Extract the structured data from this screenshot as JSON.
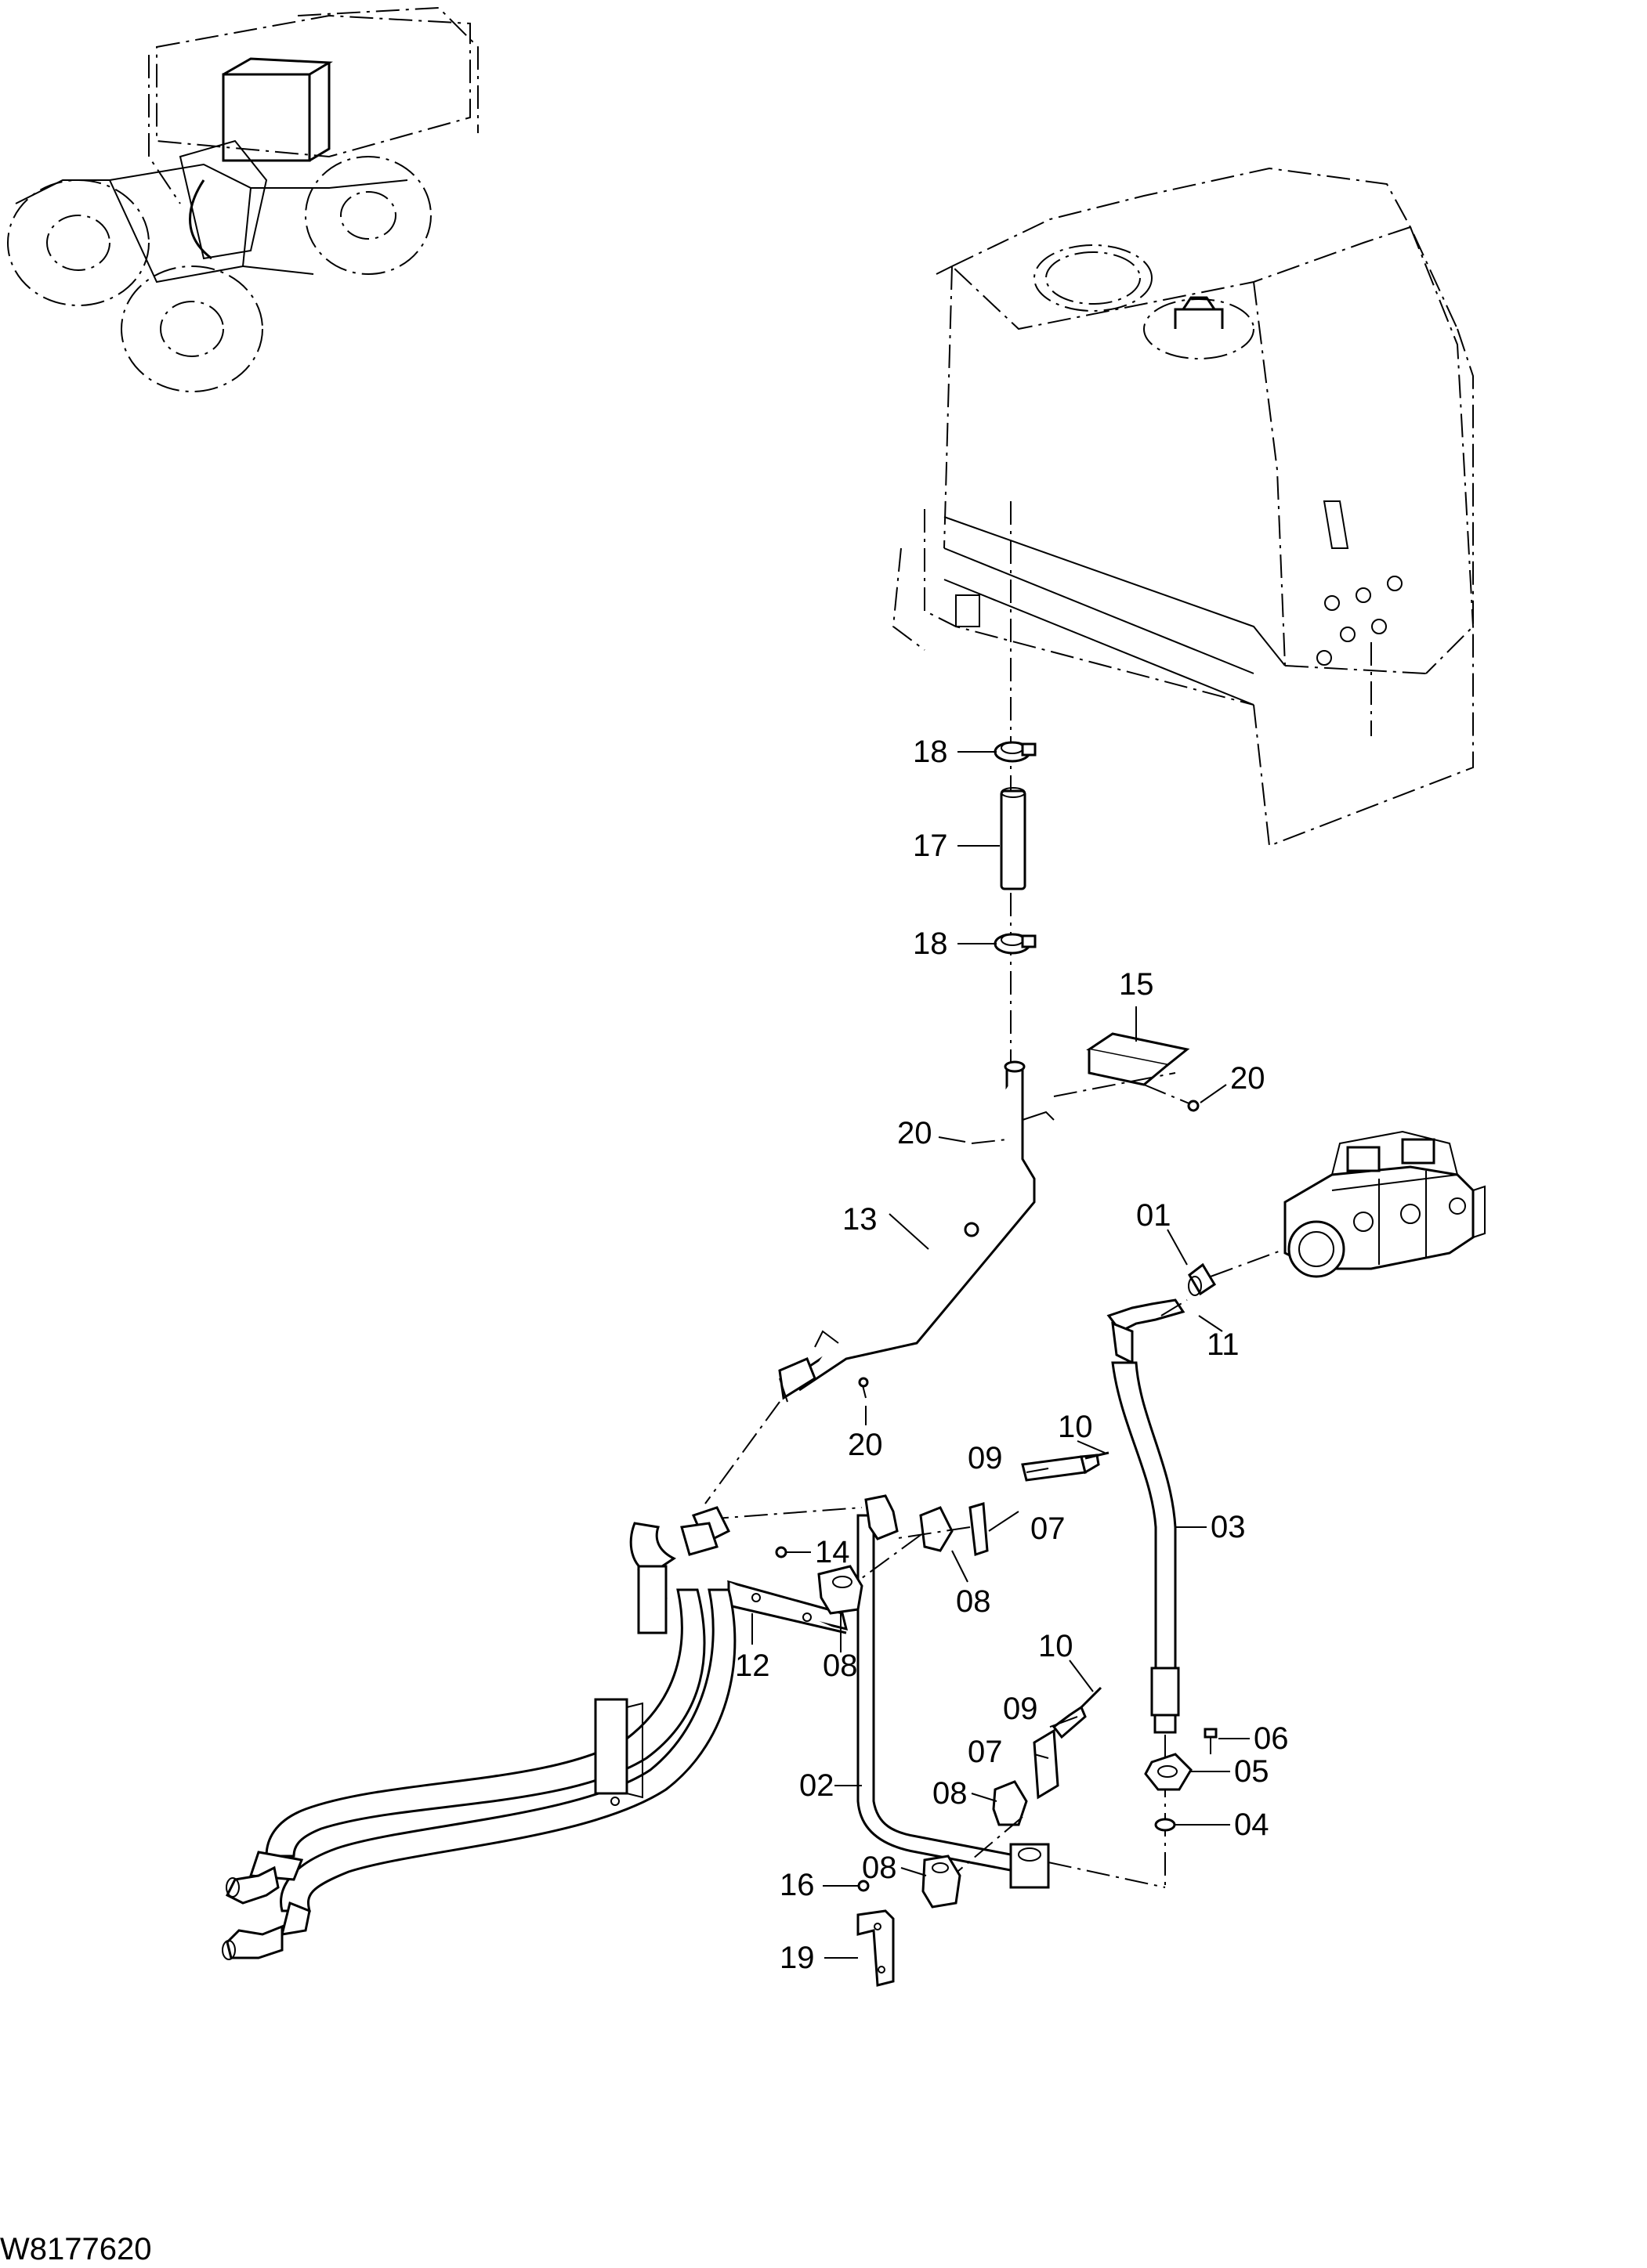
{
  "drawing_code": "W8177620",
  "callouts": [
    {
      "id": "c-18a",
      "text": "18"
    },
    {
      "id": "c-17",
      "text": "17"
    },
    {
      "id": "c-18b",
      "text": "18"
    },
    {
      "id": "c-15",
      "text": "15"
    },
    {
      "id": "c-20a",
      "text": "20"
    },
    {
      "id": "c-20b",
      "text": "20"
    },
    {
      "id": "c-13",
      "text": "13"
    },
    {
      "id": "c-01",
      "text": "01"
    },
    {
      "id": "c-11",
      "text": "11"
    },
    {
      "id": "c-20c",
      "text": "20"
    },
    {
      "id": "c-10a",
      "text": "10"
    },
    {
      "id": "c-09a",
      "text": "09"
    },
    {
      "id": "c-07a",
      "text": "07"
    },
    {
      "id": "c-03",
      "text": "03"
    },
    {
      "id": "c-14",
      "text": "14"
    },
    {
      "id": "c-08a",
      "text": "08"
    },
    {
      "id": "c-12",
      "text": "12"
    },
    {
      "id": "c-08b",
      "text": "08"
    },
    {
      "id": "c-10b",
      "text": "10"
    },
    {
      "id": "c-09b",
      "text": "09"
    },
    {
      "id": "c-06",
      "text": "06"
    },
    {
      "id": "c-07b",
      "text": "07"
    },
    {
      "id": "c-05",
      "text": "05"
    },
    {
      "id": "c-02",
      "text": "02"
    },
    {
      "id": "c-08c",
      "text": "08"
    },
    {
      "id": "c-04",
      "text": "04"
    },
    {
      "id": "c-08d",
      "text": "08"
    },
    {
      "id": "c-16",
      "text": "16"
    },
    {
      "id": "c-19",
      "text": "19"
    }
  ]
}
